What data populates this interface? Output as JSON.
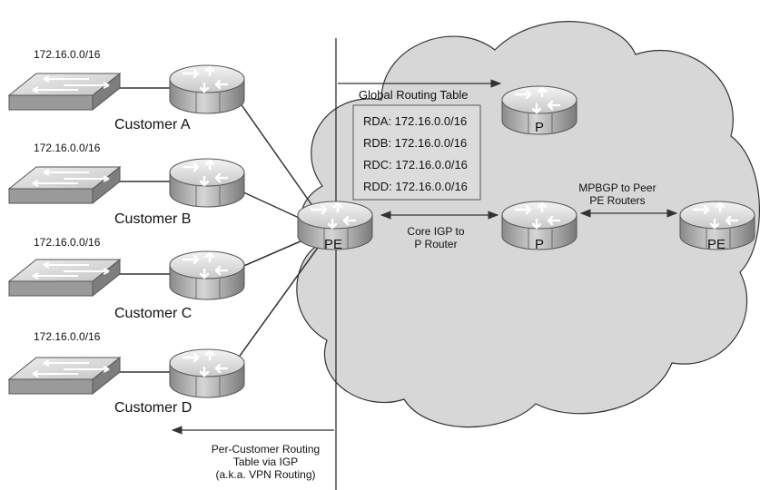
{
  "customers": [
    {
      "network": "172.16.0.0/16",
      "name": "Customer A"
    },
    {
      "network": "172.16.0.0/16",
      "name": "Customer B"
    },
    {
      "network": "172.16.0.0/16",
      "name": "Customer C"
    },
    {
      "network": "172.16.0.0/16",
      "name": "Customer D"
    }
  ],
  "global_table": {
    "title": "Global Routing Table",
    "entries": [
      "RDA: 172.16.0.0/16",
      "RDB: 172.16.0.0/16",
      "RDC: 172.16.0.0/16",
      "RDD: 172.16.0.0/16"
    ]
  },
  "routers": {
    "pe_left": "PE",
    "p_top": "P",
    "p_mid": "P",
    "pe_right": "PE"
  },
  "links": {
    "core_igp": [
      "Core IGP to",
      "P Router"
    ],
    "mpbgp": [
      "MPBGP to Peer",
      "PE Routers"
    ],
    "per_customer": [
      "Per-Customer Routing",
      "Table via IGP",
      "(a.k.a. VPN Routing)"
    ]
  }
}
